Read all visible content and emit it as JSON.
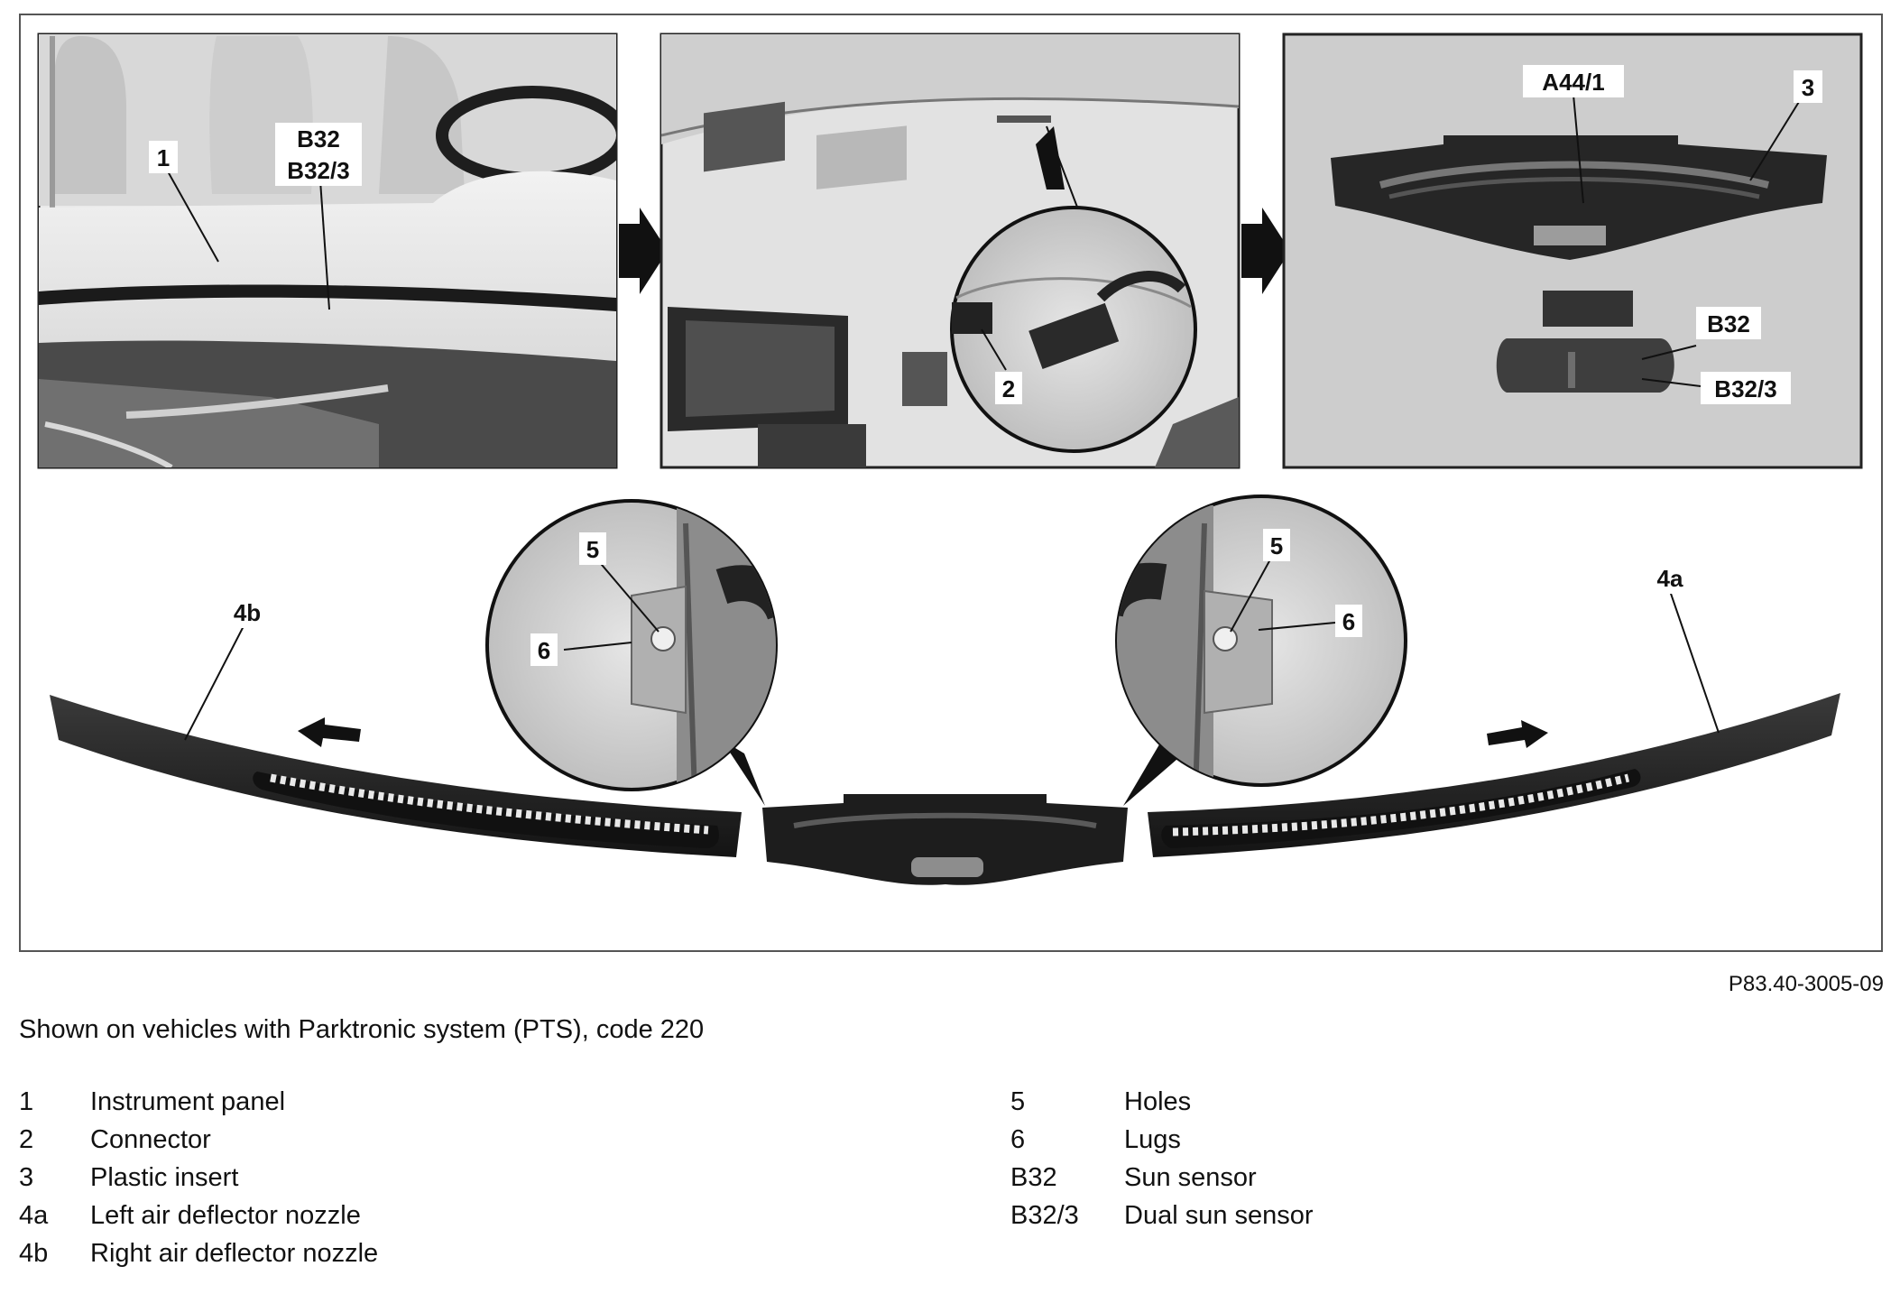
{
  "figure": {
    "reference": "P83.40-3005-09",
    "caption": "Shown on vehicles with Parktronic system (PTS), code 220",
    "labels": {
      "l1": "1",
      "lB32a": "B32",
      "lB323a": "B32/3",
      "l2": "2",
      "lA44": "A44/1",
      "l3": "3",
      "lB32b": "B32",
      "lB323b": "B32/3",
      "l5a": "5",
      "l6a": "6",
      "l5b": "5",
      "l6b": "6",
      "l4a": "4a",
      "l4b": "4b"
    }
  },
  "legend": {
    "left": [
      {
        "key": "1",
        "desc": "Instrument panel"
      },
      {
        "key": "2",
        "desc": "Connector"
      },
      {
        "key": "3",
        "desc": "Plastic insert"
      },
      {
        "key": "4a",
        "desc": "Left air deflector nozzle"
      },
      {
        "key": "4b",
        "desc": "Right air deflector nozzle"
      }
    ],
    "right": [
      {
        "key": "5",
        "desc": "Holes"
      },
      {
        "key": "6",
        "desc": "Lugs"
      },
      {
        "key": "B32",
        "desc": "Sun sensor"
      },
      {
        "key": "B32/3",
        "desc": "Dual sun sensor"
      }
    ]
  }
}
